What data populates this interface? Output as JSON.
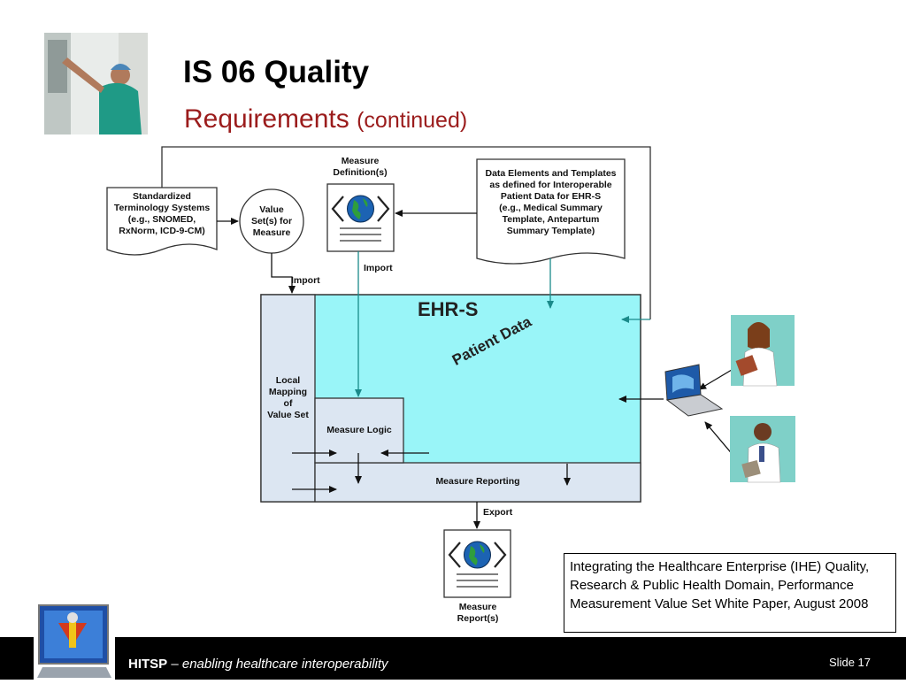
{
  "slide": {
    "title": "IS 06 Quality",
    "subtitle_main": "Requirements",
    "subtitle_small": "(continued)"
  },
  "diagram": {
    "ehr_title": "EHR-S",
    "patient_data": "Patient Data",
    "local_mapping": [
      "Local",
      "Mapping",
      "of",
      "Value Set"
    ],
    "measure_logic": "Measure Logic",
    "measure_reporting": "Measure Reporting",
    "terminology": [
      "Standardized",
      "Terminology Systems",
      "(e.g., SNOMED,",
      "RxNorm, ICD-9-CM)"
    ],
    "value_set": [
      "Value",
      "Set(s) for",
      "Measure"
    ],
    "measure_definition": [
      "Measure",
      "Definition(s)"
    ],
    "data_elements": [
      "Data Elements and Templates",
      "as defined for Interoperable",
      "Patient Data for EHR-S",
      "(e.g., Medical Summary",
      "Template, Antepartum",
      "Summary Template)"
    ],
    "import_1": "Import",
    "import_2": "Import",
    "export": "Export",
    "measure_reports": [
      "Measure",
      "Report(s)"
    ]
  },
  "ihe_note": "Integrating the Healthcare Enterprise (IHE) Quality, Research & Public Health Domain, Performance Measurement Value Set White Paper, August 2008",
  "footer": {
    "brand": "HITSP",
    "dash": " – ",
    "tagline": "enabling healthcare interoperability",
    "slide_number": "Slide 17"
  },
  "colors": {
    "ehr_fill": "#99f5f8",
    "panel_fill": "#dce6f2",
    "subtitle": "#9b1c1c",
    "footer_bg": "#000000",
    "arrow_teal": "#1a8a8a"
  },
  "icons": [
    "clinician-photo",
    "globe-document-icon",
    "nurse-clipart",
    "laptop-clipart",
    "doctor-clipart",
    "hitsp-logo"
  ]
}
